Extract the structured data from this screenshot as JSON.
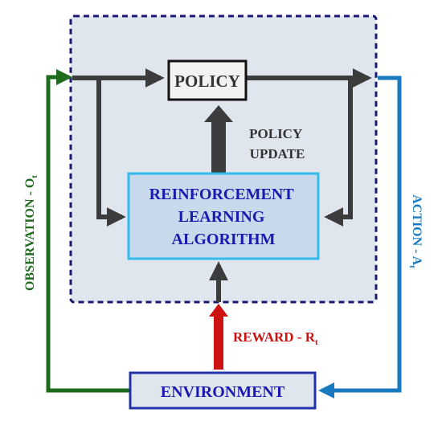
{
  "agent_region": {
    "fill": "#dfe6ee",
    "border_color": "#1a1a6e"
  },
  "policy": {
    "label": "POLICY",
    "fill": "#f2f2f2",
    "border_color": "#111111",
    "text_color": "#333333"
  },
  "rl_algorithm": {
    "lines": [
      "REINFORCEMENT",
      "LEARNING",
      "ALGORITHM"
    ],
    "fill": "#c9d9ec",
    "border_color": "#33bbee",
    "text_color": "#1a1ab0"
  },
  "environment": {
    "label": "ENVIRONMENT",
    "fill": "#dfe6ee",
    "border_color": "#2233aa",
    "text_color": "#1a1ab0"
  },
  "policy_update": {
    "lines": [
      "POLICY",
      "UPDATE"
    ],
    "text_color": "#333333"
  },
  "reward": {
    "label": "REWARD - R",
    "subscript": "t",
    "color": "#cc1111"
  },
  "observation": {
    "label": "OBSERVATION - O",
    "subscript": "t",
    "color": "#1e6b1e"
  },
  "action": {
    "label": "ACTION - A",
    "subscript": "t",
    "color": "#1a7ac0"
  },
  "internal_arrow_color": "#3c3c3c"
}
